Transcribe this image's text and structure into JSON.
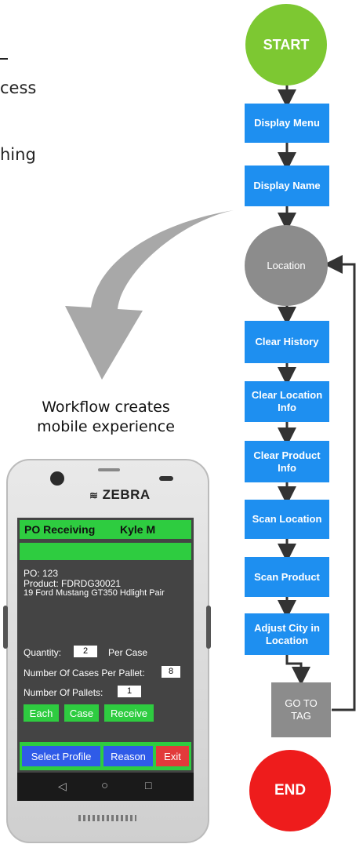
{
  "left_text": {
    "line1": "",
    "line2": "cess",
    "line3": "hing"
  },
  "caption": {
    "line1": "Workflow creates",
    "line2": "mobile experience"
  },
  "flowchart": {
    "start": "START",
    "steps": [
      "Display Menu",
      "Display Name",
      "Location",
      "Clear History",
      "Clear Location Info",
      "Clear Product Info",
      "Scan Location",
      "Scan Product",
      "Adjust City in Location",
      "GO TO TAG"
    ],
    "end": "END",
    "colors": {
      "start": "#7dc832",
      "step": "#1e8ff0",
      "location": "#8c8c8c",
      "goto": "#8c8c8c",
      "end": "#ee1c1c"
    }
  },
  "phone": {
    "brand": "ZEBRA",
    "header_title": "PO Receiving",
    "header_user": "Kyle M",
    "po": "PO: 123",
    "product": "Product: FDRDG30021",
    "product_desc": "19 Ford Mustang GT350 Hdlight Pair",
    "quantity_label": "Quantity:",
    "quantity_value": "2",
    "per_case_label": "Per Case",
    "cases_per_pallet_label": "Number Of Cases Per Pallet:",
    "cases_per_pallet_value": "8",
    "pallets_label": "Number Of Pallets:",
    "pallets_value": "1",
    "buttons": [
      "Each",
      "Case",
      "Receive"
    ],
    "bottom_buttons": [
      "Select Profile",
      "Reason",
      "Exit"
    ]
  }
}
